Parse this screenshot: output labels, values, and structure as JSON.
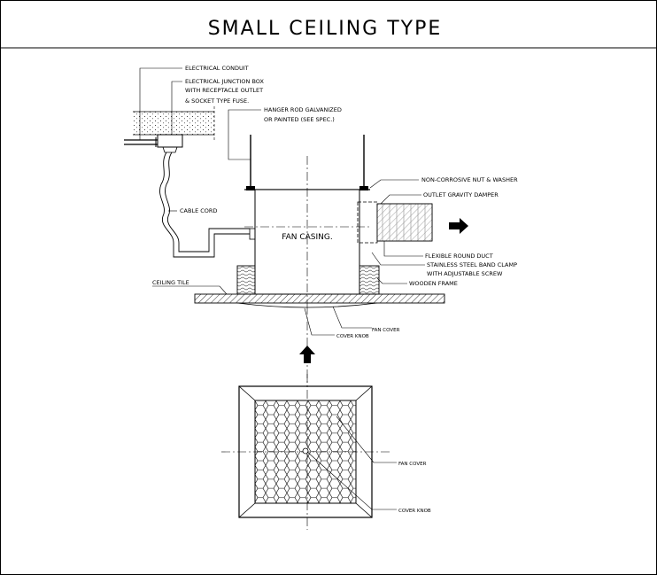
{
  "title": "SMALL CEILING TYPE",
  "labels": {
    "electrical_conduit": "ELECTRICAL CONDUIT",
    "junction_box_1": "ELECTRICAL JUNCTION BOX",
    "junction_box_2": "WITH RECEPTACLE OUTLET",
    "junction_box_3": "& SOCKET TYPE FUSE.",
    "hanger_rod_1": "HANGER ROD GALVANIZED",
    "hanger_rod_2": "OR PAINTED (SEE SPEC.)",
    "nut_washer": "NON-CORROSIVE NUT & WASHER",
    "gravity_damper": "OUTLET GRAVITY DAMPER",
    "cable_cord": "CABLE CORD",
    "fan_casing": "FAN CASING.",
    "flexible_duct": "FLEXIBLE ROUND DUCT",
    "band_clamp_1": "STAINLESS STEEL BAND CLAMP",
    "band_clamp_2": "WITH ADJUSTABLE SCREW",
    "wooden_frame": "WOODEN FRAME",
    "ceiling_tile": "CEILING TILE",
    "fan_cover_top": "FAN COVER",
    "cover_knob_top": "COVER KNOB",
    "fan_cover_plan": "FAN COVER",
    "cover_knob_plan": "COVER KNOB"
  },
  "colors": {
    "line": "#000000",
    "background": "#ffffff"
  }
}
